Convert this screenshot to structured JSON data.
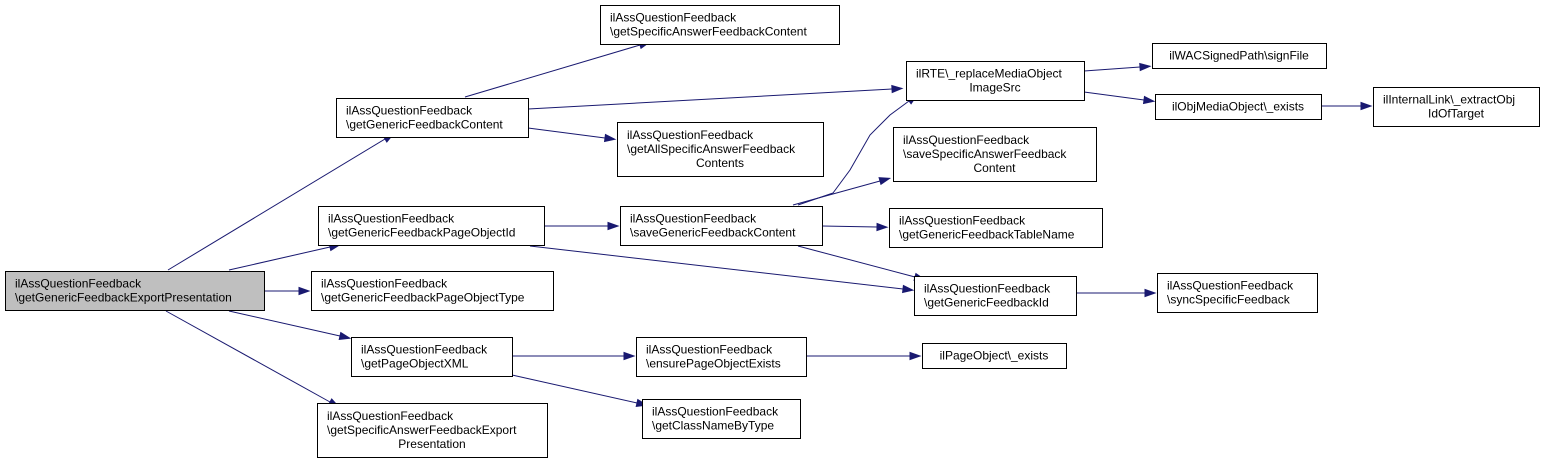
{
  "colors": {
    "edge": "#191970",
    "root_fill": "#bfbfbf",
    "node_fill": "#ffffff",
    "border": "#000000"
  },
  "nodes": [
    {
      "id": "root",
      "lines": [
        "ilAssQuestionFeedback",
        "\\getGenericFeedbackExportPresentation"
      ],
      "root": true
    },
    {
      "id": "gfc",
      "lines": [
        "ilAssQuestionFeedback",
        "\\getGenericFeedbackContent"
      ]
    },
    {
      "id": "gsafc",
      "lines": [
        "ilAssQuestionFeedback",
        "\\getSpecificAnswerFeedbackContent"
      ]
    },
    {
      "id": "gasafc",
      "lines": [
        "ilAssQuestionFeedback",
        "\\getAllSpecificAnswerFeedback",
        "Contents"
      ]
    },
    {
      "id": "rte",
      "lines": [
        "ilRTE\\_replaceMediaObject",
        "ImageSrc"
      ]
    },
    {
      "id": "wac",
      "lines": [
        "ilWACSignedPath\\signFile"
      ]
    },
    {
      "id": "omo",
      "lines": [
        "ilObjMediaObject\\_exists"
      ]
    },
    {
      "id": "link",
      "lines": [
        "ilInternalLink\\_extractObj",
        "IdOfTarget"
      ]
    },
    {
      "id": "gfpoid",
      "lines": [
        "ilAssQuestionFeedback",
        "\\getGenericFeedbackPageObjectId"
      ]
    },
    {
      "id": "sgfc",
      "lines": [
        "ilAssQuestionFeedback",
        "\\saveGenericFeedbackContent"
      ]
    },
    {
      "id": "ssafc",
      "lines": [
        "ilAssQuestionFeedback",
        "\\saveSpecificAnswerFeedback",
        "Content"
      ]
    },
    {
      "id": "gftn",
      "lines": [
        "ilAssQuestionFeedback",
        "\\getGenericFeedbackTableName"
      ]
    },
    {
      "id": "gfpotype",
      "lines": [
        "ilAssQuestionFeedback",
        "\\getGenericFeedbackPageObjectType"
      ]
    },
    {
      "id": "gfid",
      "lines": [
        "ilAssQuestionFeedback",
        "\\getGenericFeedbackId"
      ]
    },
    {
      "id": "ssf",
      "lines": [
        "ilAssQuestionFeedback",
        "\\syncSpecificFeedback"
      ]
    },
    {
      "id": "gpox",
      "lines": [
        "ilAssQuestionFeedback",
        "\\getPageObjectXML"
      ]
    },
    {
      "id": "epoe",
      "lines": [
        "ilAssQuestionFeedback",
        "\\ensurePageObjectExists"
      ]
    },
    {
      "id": "poe",
      "lines": [
        "ilPageObject\\_exists"
      ]
    },
    {
      "id": "gcnbt",
      "lines": [
        "ilAssQuestionFeedback",
        "\\getClassNameByType"
      ]
    },
    {
      "id": "gsafep",
      "lines": [
        "ilAssQuestionFeedback",
        "\\getSpecificAnswerFeedbackExport",
        "Presentation"
      ]
    }
  ],
  "edges": [
    {
      "from": "root",
      "to": "gfc"
    },
    {
      "from": "root",
      "to": "gfpoid"
    },
    {
      "from": "root",
      "to": "gfpotype"
    },
    {
      "from": "root",
      "to": "gpox"
    },
    {
      "from": "root",
      "to": "gsafep"
    },
    {
      "from": "gfc",
      "to": "gsafc"
    },
    {
      "from": "gfc",
      "to": "rte"
    },
    {
      "from": "gfc",
      "to": "gasafc"
    },
    {
      "from": "rte",
      "to": "wac"
    },
    {
      "from": "rte",
      "to": "omo"
    },
    {
      "from": "omo",
      "to": "link"
    },
    {
      "from": "gfpoid",
      "to": "sgfc"
    },
    {
      "from": "gfpoid",
      "to": "gfid"
    },
    {
      "from": "sgfc",
      "to": "rte"
    },
    {
      "from": "sgfc",
      "to": "ssafc"
    },
    {
      "from": "sgfc",
      "to": "gftn"
    },
    {
      "from": "sgfc",
      "to": "gfid"
    },
    {
      "from": "gfid",
      "to": "ssf"
    },
    {
      "from": "gpox",
      "to": "epoe"
    },
    {
      "from": "gpox",
      "to": "gcnbt"
    },
    {
      "from": "epoe",
      "to": "poe"
    }
  ]
}
